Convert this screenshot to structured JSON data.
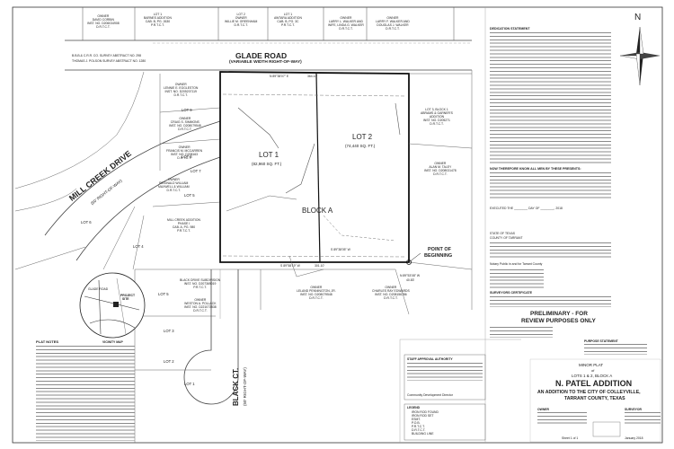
{
  "roads": {
    "glade_road": "GLADE ROAD",
    "glade_road_row": "(VARIABLE WIDTH RIGHT-OF-WAY)",
    "mill_creek": "MILL CREEK DRIVE",
    "mill_creek_row": "(50' RIGHT-OF-WAY)",
    "black_ct": "BLACK CT.",
    "black_ct_row": "(50' RIGHT-OF-WAY)"
  },
  "survey_lines": [
    "B.B.B.& C.R.R. CO. SURVEY ABSTRACT NO. 298",
    "THOMAS J. POLSON SURVEY ABSTRACT NO. 1280"
  ],
  "lots": {
    "lot1": "LOT 1",
    "lot1_area": "(82,960 SQ. FT.)",
    "lot2": "LOT 2",
    "lot2_area": "(74,440 SQ. FT.)",
    "block": "BLOCK A"
  },
  "point_of_beginning": [
    "POINT OF",
    "BEGINNING"
  ],
  "bearings": {
    "north": "N 89°38'07\" E",
    "north_dist": "364.14'",
    "south": "S 89°58'19\" W",
    "south_dist": "301.10'",
    "southeast": "N 89°53'08\" W",
    "southeast_dist": "40.83'",
    "middle": "S 89°38'05\" W"
  },
  "neighbors": [
    {
      "l1": "OWNER",
      "l2": "DAVID CORBIN",
      "l3": "INST. NO. D206034908",
      "l4": "D.R.T.C.T."
    },
    {
      "l1": "LOT 1",
      "l2": "BARNES ADDITION",
      "l3": "CAB. B, PG. 2630",
      "l4": "P.R.T.C.T."
    },
    {
      "l1": "LOT 2",
      "l2": "OWNER",
      "l3": "WILLIE M. GREENHAM",
      "l4": "D.R.T.C.T."
    },
    {
      "l1": "LOT 1",
      "l2": "AWTARA ADDITION",
      "l3": "CAB. B, PG. 3C",
      "l4": "P.R.T.C.T."
    },
    {
      "l1": "OWNER",
      "l2": "LARRY L. WALKER AND",
      "l3": "WIFE, LINDA G. WALKER",
      "l4": "D.R.T.C.T."
    },
    {
      "l1": "OWNER",
      "l2": "LARRY F. WALKER AND",
      "l3": "DOUGLAS J. WALKER",
      "l4": "D.R.T.C.T."
    }
  ],
  "west_owners": [
    {
      "l1": "OWNER",
      "l2": "LENNIE E. EGGLESTON",
      "l3": "INST. NO. D205207119",
      "l4": "D.R.T.C.T."
    },
    {
      "l1": "OWNER",
      "l2": "CRAIG S. SIMMONS",
      "l3": "INST. NO. D208079548",
      "l4": "D.R.T.C.T."
    },
    {
      "l1": "OWNER",
      "l2": "FRANCIS M. MCCARREN",
      "l3": "INST. NO. D208163",
      "l4": "D.R.T.C.T."
    },
    {
      "l1": "OWNER",
      "l2": "REGINALD WILLIAM",
      "l3": "MAXWELL & WILLIAM",
      "l4": "D.R.T.C.T."
    }
  ],
  "subdivisions": {
    "mill_creek": [
      "MILL CREEK ADDITION",
      "PHASE I",
      "CAB. A, PG. 980",
      "P.R.T.C.T."
    ],
    "black_drive": [
      "BLACK DRIVE SUBDIVISION",
      "INST. NO. D207369019",
      "P.R.T.C.T."
    ],
    "east_lot": [
      "LOT 3, BLOCK 1",
      "ABRAMS & GARNER'S",
      "ADDITION",
      "INST. NO. D205271",
      "D.R.T.C.T."
    ],
    "east_owner": [
      "OWNER",
      "ALAN M. TALEY",
      "INST. NO. D208031478",
      "D.R.T.C.T."
    ],
    "south_mid": [
      "OWNER",
      "LELAND PENNINGTON, JR.",
      "INST. NO. D208079548",
      "D.R.T.C.T."
    ],
    "south_right": [
      "OWNER",
      "CHARLES RAY EDWARDS",
      "INST. NO. D208156786",
      "D.R.T.C.T."
    ],
    "south_left": [
      "OWNER",
      "WESTON A. POLLACK",
      "INST. NO. D221073838",
      "D.R.T.C.T."
    ]
  },
  "lot_labels": [
    "LOT 9",
    "LOT 8",
    "LOT 7",
    "LOT 6",
    "LOT 5",
    "LOT 5",
    "LOT 4",
    "LOT 3",
    "LOT 2",
    "LOT 1"
  ],
  "plat_notes_title": "PLAT NOTES",
  "notes": {
    "dedication": "DEDICATION STATEMENT",
    "owners_cert": "NOW THEREFORE KNOW ALL MEN BY THESE PRESENTS:",
    "executed": "EXECUTED THE ________ DAY OF ________, 2018",
    "state": "STATE OF TEXAS",
    "county": "COUNTY OF TARRANT",
    "notary": "Notary Public in and for Tarrant County",
    "surveyor": "SURVEYORS CERTIFICATE",
    "approval": "STAFF APPROVAL AUTHORITY",
    "director": "Community Development Director",
    "purpose": "PURPOSE STATEMENT",
    "owner_label": "OWNER",
    "surveyor_label": "SURVEYOR"
  },
  "prelim": [
    "PRELIMINARY - FOR",
    "REVIEW PURPOSES ONLY"
  ],
  "title_block": {
    "minor_plat": "MINOR PLAT",
    "of": "of",
    "lots": "LOTS 1 & 2, BLOCK A",
    "name": "N. PATEL ADDITION",
    "sub1": "AN ADDITION TO THE CITY OF COLLEYVILLE,",
    "sub2": "TARRANT COUNTY, TEXAS"
  },
  "vicinity": {
    "glade": "GLADE ROAD",
    "project": "PROJECT",
    "site": "SITE",
    "map": "VICINITY MAP"
  },
  "legend": {
    "title": "LEGEND",
    "items": [
      "IRON ROD FOUND",
      "IRON ROD SET",
      "ESMT.",
      "P.O.B.",
      "P.R.T.C.T.",
      "D.R.T.C.T.",
      "BUILDING LINE"
    ]
  },
  "north_arrow": "N",
  "footer": {
    "sheet": "Sheet 1 of 1",
    "date": "January 2018"
  }
}
